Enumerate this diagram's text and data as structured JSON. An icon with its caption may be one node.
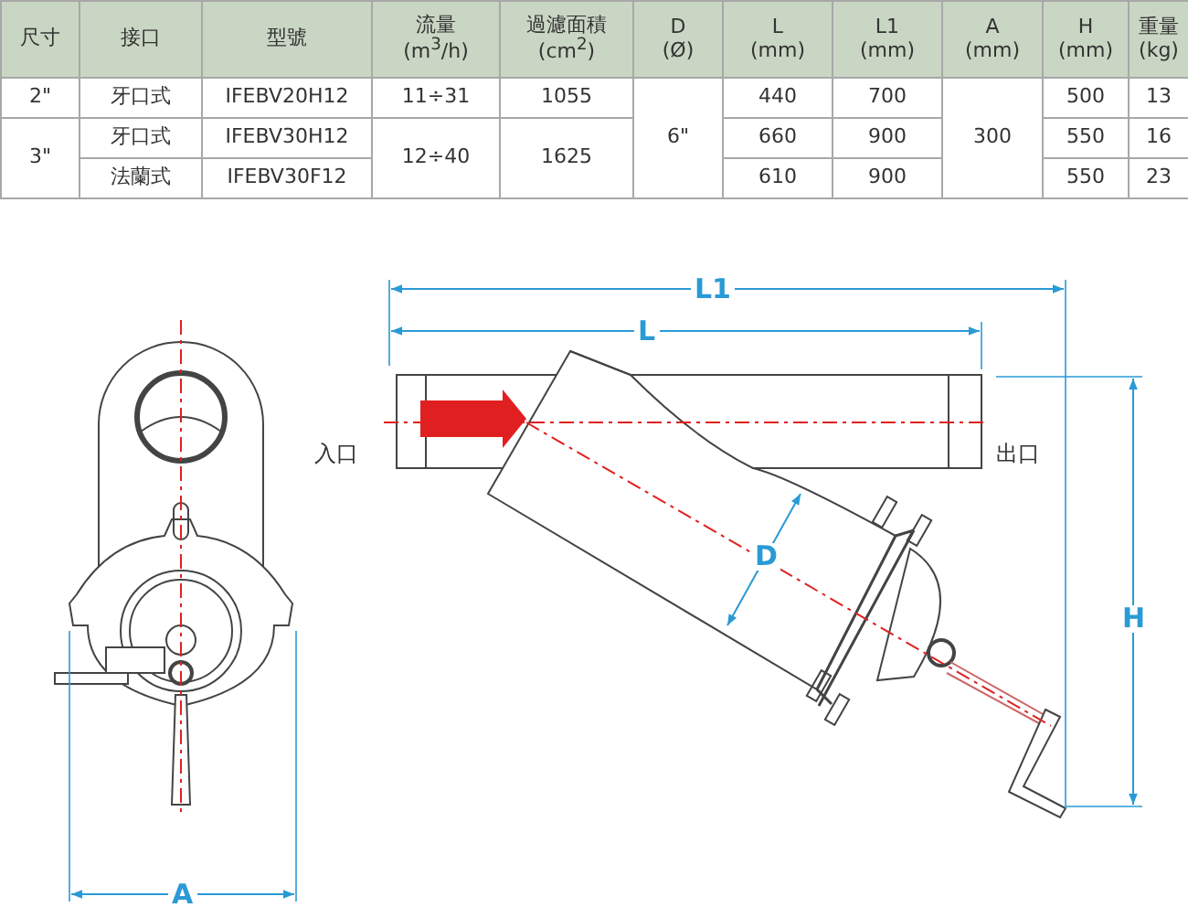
{
  "diagram": {
    "labels": [
      "尺寸",
      "接口",
      "型號",
      "流量 (m$^{3}$/h)",
      "過濾面積 (cm$^{2}$)",
      "D (Ø)",
      "L (mm)",
      "L1 (mm)",
      "A (mm)",
      "H (mm)",
      "重量 (kg)",
      "2\"",
      "牙口式",
      "IFEBV20H12",
      "11÷31",
      "1055",
      "6\"",
      "440",
      "700",
      "300",
      "500",
      "13",
      "3\"",
      "牙口式",
      "IFEBV30H12",
      "12÷40",
      "1625",
      "660",
      "900",
      "550",
      "16",
      "法蘭式",
      "IFEBV30F12",
      "610",
      "900",
      "550",
      "23",
      "入口",
      "出口",
      "L1",
      "L",
      "D",
      "H",
      "A"
    ]
  }
}
